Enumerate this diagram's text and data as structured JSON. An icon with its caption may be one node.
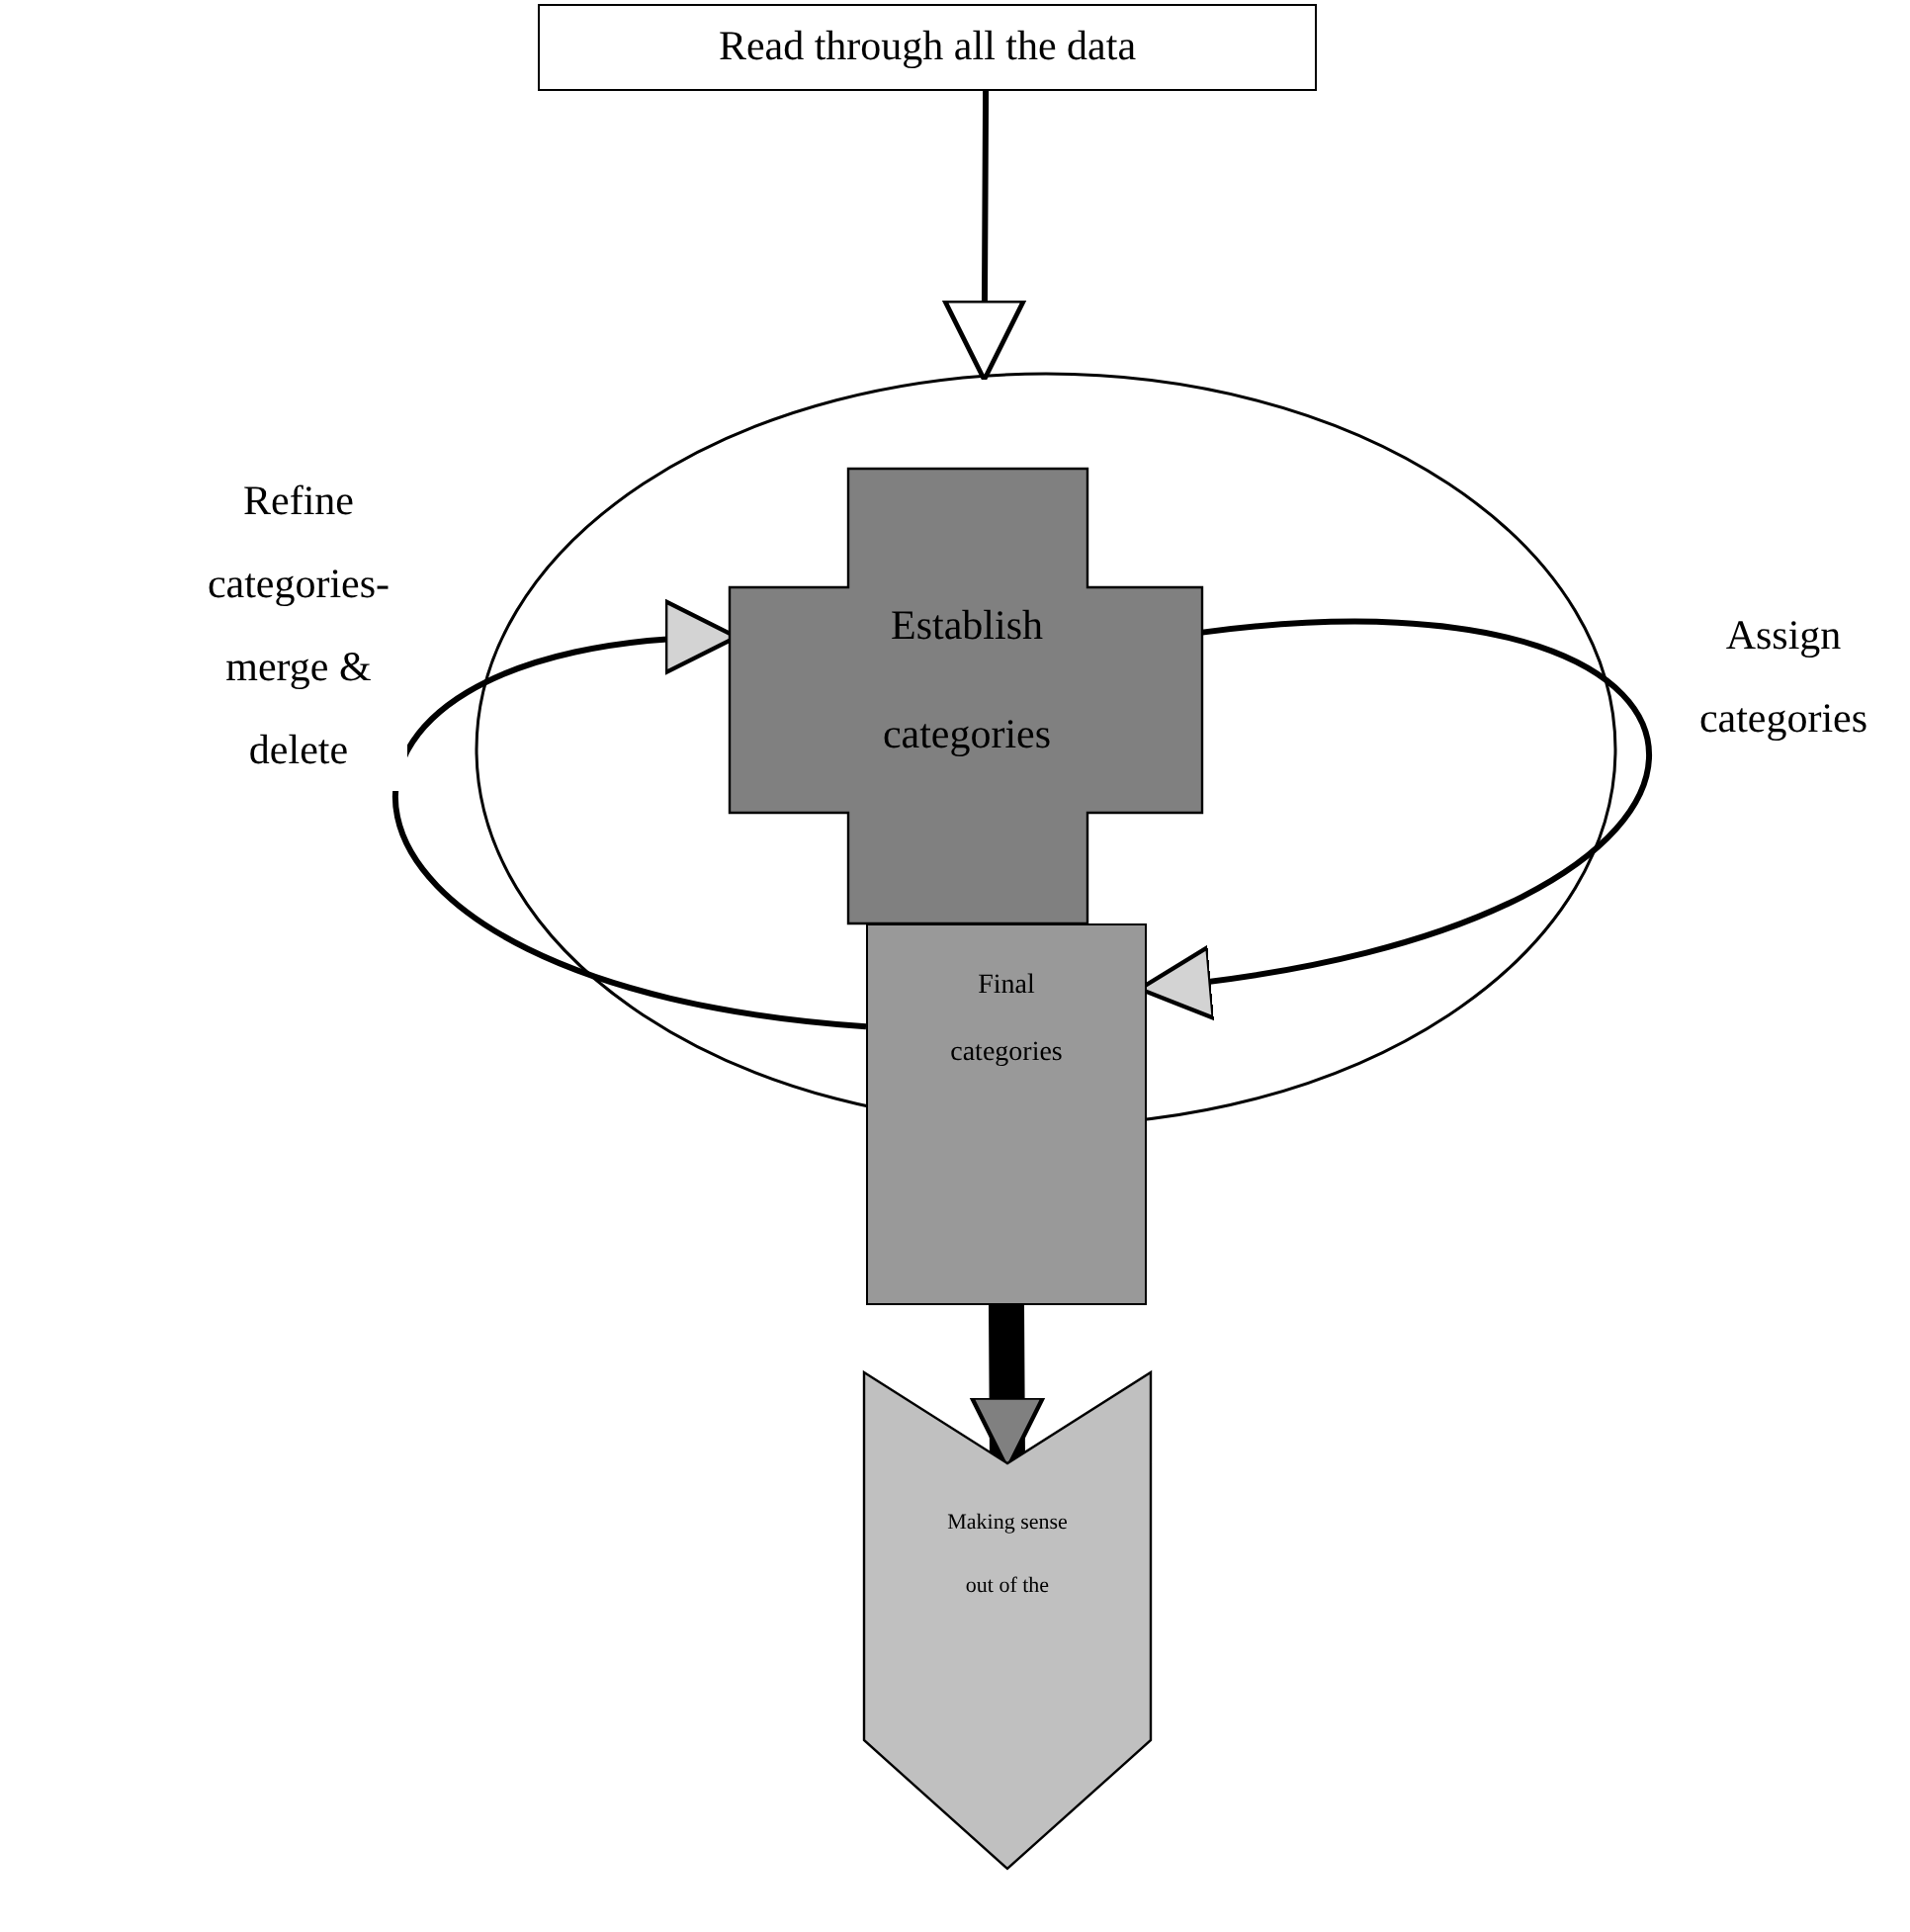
{
  "diagram": {
    "nodes": [
      {
        "text": [
          "Read through all the data"
        ]
      },
      {
        "text": [],
        "shape": "circle"
      },
      {
        "text": [
          "Establish categories"
        ],
        "in": 1
      },
      {
        "text": [
          "Final categories"
        ]
      },
      {
        "text": [
          "Making sense out of the"
        ]
      }
    ],
    "edges": [
      {
        "from": 0,
        "to": 1,
        "arrow": "to"
      },
      {
        "from": 2,
        "to": 3,
        "arrow": "to",
        "label": "Assign categories"
      },
      {
        "from": 3,
        "to": 2,
        "arrow": "to",
        "label": "Refine categories- merge & delete"
      },
      {
        "from": 3,
        "to": 4,
        "arrow": "to",
        "style": "thick"
      }
    ]
  }
}
